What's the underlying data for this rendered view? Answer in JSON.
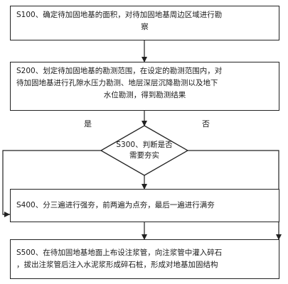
{
  "flowchart": {
    "s100": {
      "line1": "S100、确定待加固地基的面积，对待加固地基周边区域进行勘",
      "line2": "察"
    },
    "s200": {
      "line1": "S200、划定待加固地基的勘测范围，在设定的勘测范围内，对",
      "line2": "待加固地基进行孔隙水压力勘测、地层深层沉降勘测以及地下",
      "line3": "水位勘测，得到勘测结果"
    },
    "s300": {
      "line1": "S300、判断是否",
      "line2": "需要夯实"
    },
    "yes_label": "是",
    "no_label": "否",
    "s400": {
      "line1": "S400、分三遍进行强夯，前两遍为点夯，最后一遍进行满夯"
    },
    "s500": {
      "line1": "S500、在待加固地基地面上布设注浆管，向注浆管中灌入碎石",
      "line2": "，拔出注浆管后注入水泥浆形成碎石桩，形成对地基加固结构"
    }
  }
}
